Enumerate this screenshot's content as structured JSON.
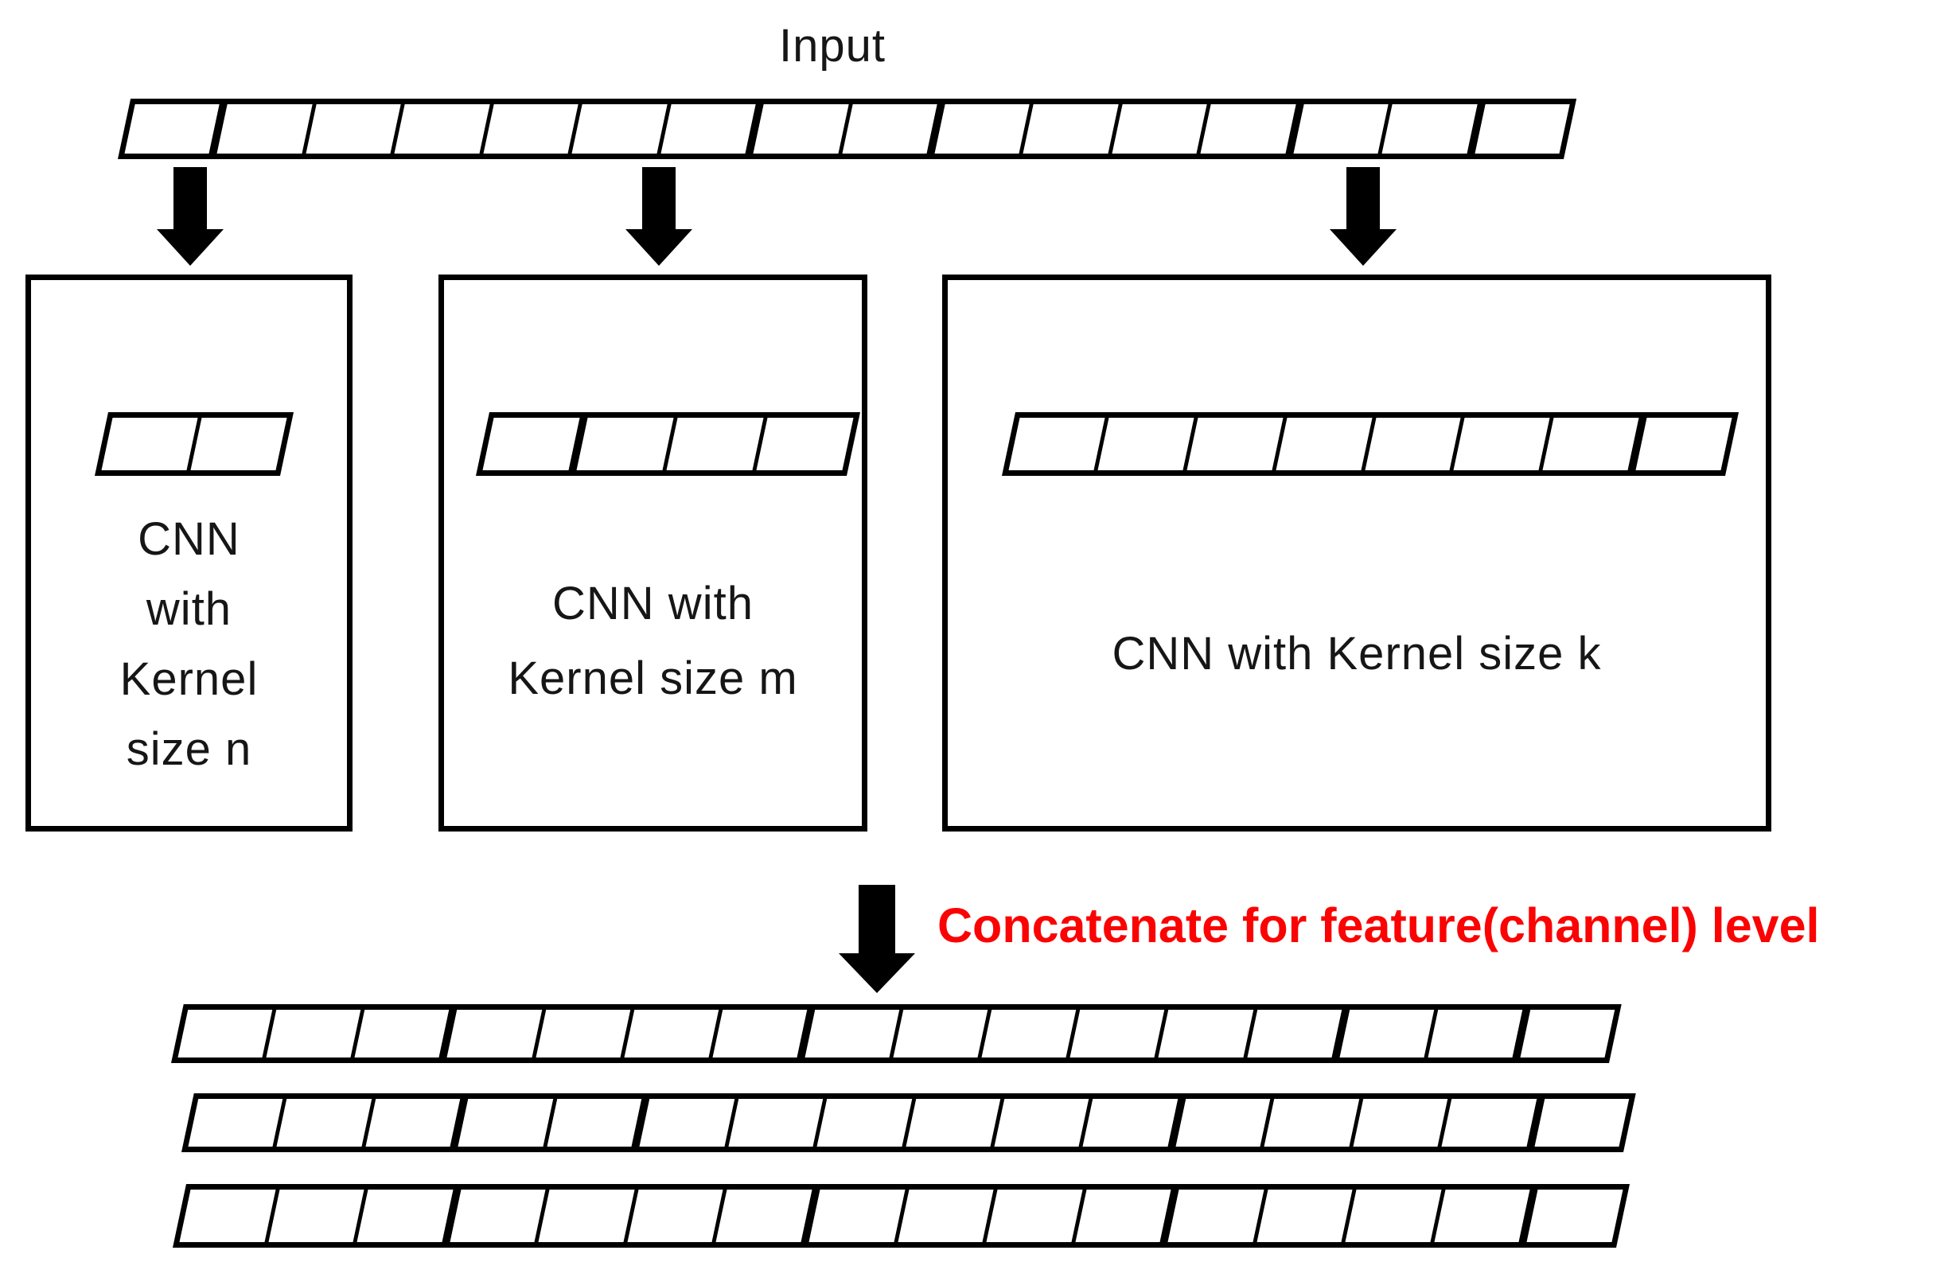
{
  "labels": {
    "input": "Input",
    "concatenate": "Concatenate for feature(channel) level"
  },
  "boxes": [
    {
      "id": "cnn-kernel-n",
      "lines": [
        "CNN",
        "with",
        "Kernel",
        "size n"
      ]
    },
    {
      "id": "cnn-kernel-m",
      "lines": [
        "CNN with",
        "Kernel size m"
      ]
    },
    {
      "id": "cnn-kernel-k",
      "lines": [
        "CNN with Kernel size k"
      ]
    }
  ],
  "strips": {
    "input": {
      "cells": 16,
      "thick": [
        1,
        7,
        9,
        13,
        15
      ]
    },
    "kernel_n": {
      "cells": 2,
      "thick": []
    },
    "kernel_m": {
      "cells": 4,
      "thick": [
        1
      ]
    },
    "kernel_k": {
      "cells": 8,
      "thick": [
        7
      ]
    },
    "output_rows": [
      {
        "cells": 16,
        "thick": [
          3,
          7,
          13,
          15
        ]
      },
      {
        "cells": 16,
        "thick": [
          3,
          5,
          11,
          15
        ]
      },
      {
        "cells": 16,
        "thick": [
          3,
          7,
          11,
          15
        ]
      }
    ]
  },
  "colors": {
    "line": "#000000",
    "text": "#161616",
    "accent_red": "#fb0303",
    "background": "#ffffff"
  }
}
